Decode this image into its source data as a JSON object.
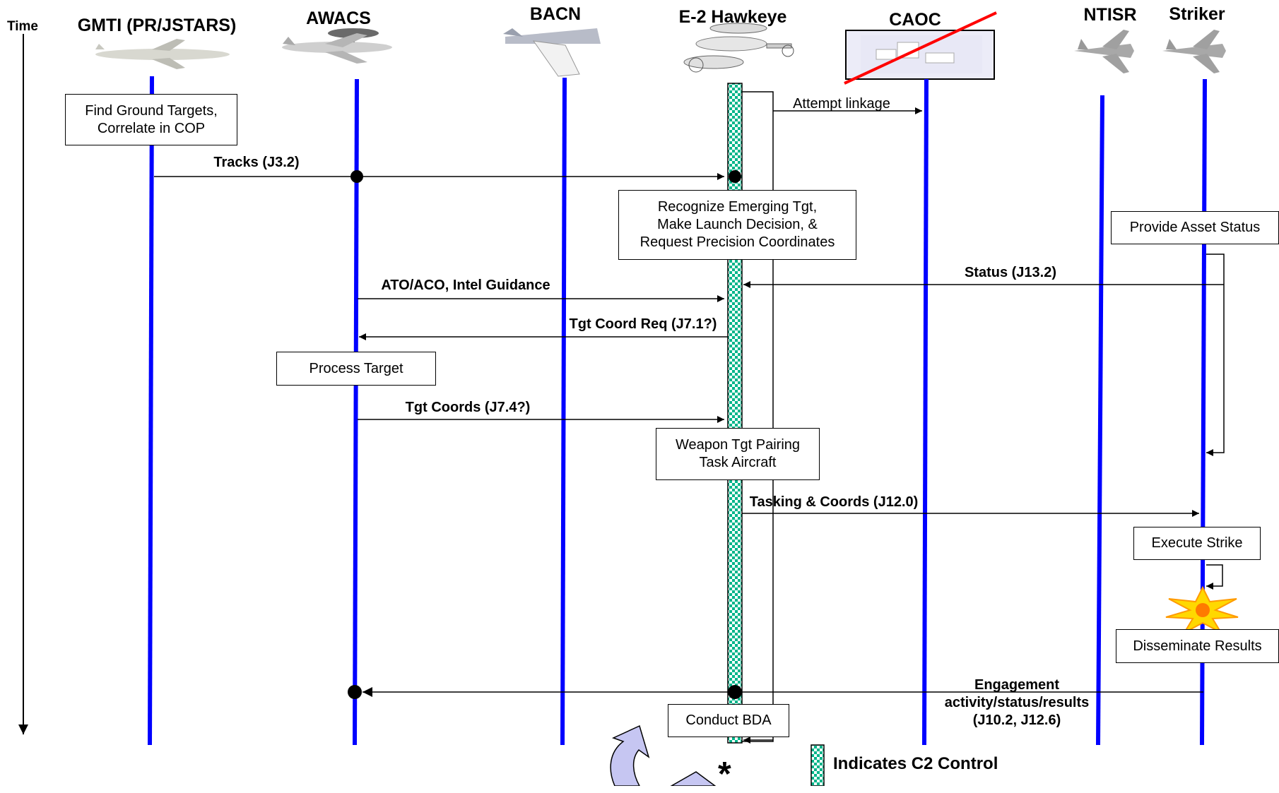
{
  "time_label": "Time",
  "actors": [
    {
      "key": "gmti",
      "name": "GMTI (PR/JSTARS)"
    },
    {
      "key": "awacs",
      "name": "AWACS"
    },
    {
      "key": "bacn",
      "name": "BACN"
    },
    {
      "key": "e2",
      "name": "E-2 Hawkeye"
    },
    {
      "key": "caoc",
      "name": "CAOC",
      "crossed_out": true
    },
    {
      "key": "ntisr",
      "name": "NTISR"
    },
    {
      "key": "striker",
      "name": "Striker"
    }
  ],
  "activities": {
    "find_ground_targets": "Find Ground Targets,\nCorrelate in COP",
    "recognize_emerging": "Recognize Emerging Tgt,\nMake Launch Decision, &\nRequest Precision Coordinates",
    "provide_asset_status": "Provide Asset Status",
    "process_target": "Process Target",
    "weapon_tgt_pairing": "Weapon Tgt Pairing\nTask Aircraft",
    "execute_strike": "Execute Strike",
    "disseminate_results": "Disseminate Results",
    "conduct_bda": "Conduct BDA"
  },
  "messages": {
    "attempt_linkage": "Attempt linkage",
    "tracks": "Tracks (J3.2)",
    "status": "Status (J13.2)",
    "ato_aco": "ATO/ACO, Intel Guidance",
    "tgt_coord_req": "Tgt Coord Req (J7.1?)",
    "tgt_coords": "Tgt Coords (J7.4?)",
    "tasking_coords": "Tasking & Coords (J12.0)",
    "engagement": "Engagement\nactivity/status/results\n(J10.2, J12.6)"
  },
  "legend": {
    "label": "Indicates C2 Control"
  },
  "asterisk": "*",
  "colors": {
    "lifeline": "#0000ff",
    "c2_checker_a": "#00b58a",
    "c2_checker_b": "#ffffff",
    "cross_out": "#ff0000",
    "arrow_fill": "#c6c6f2"
  }
}
